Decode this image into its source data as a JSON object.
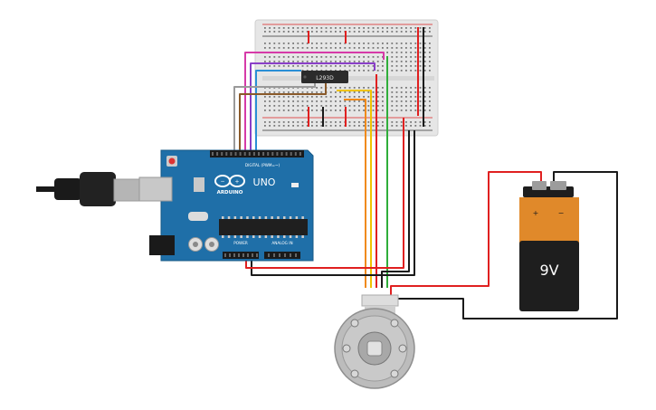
{
  "canvas": {
    "background": "#ffffff"
  },
  "arduino": {
    "model": "UNO",
    "brand": "ARDUINO",
    "digital_header_label": "DIGITAL (PWM=~)",
    "power_label": "POWER",
    "analog_label": "ANALOG IN",
    "board_color": "#1f6fa8"
  },
  "chip": {
    "label": "L293D",
    "body_color": "#2b2b2b"
  },
  "battery": {
    "label": "9V",
    "plus_label": "+",
    "minus_label": "−",
    "cap_color": "#e0892a",
    "body_color": "#1e1e1e"
  },
  "wire_colors": {
    "red": "#e02020",
    "black": "#1a1a1a",
    "magenta": "#d63aa8",
    "purple": "#8a3fc8",
    "blue": "#2a8fd6",
    "green": "#2fae3a",
    "yellow": "#f0c400",
    "orange": "#f08a1a",
    "gray": "#9a9a9a",
    "brown": "#8a5a2a"
  },
  "usb_cable": {
    "icon": "usb-cable-icon"
  },
  "motor": {
    "icon": "dc-gear-motor-icon"
  }
}
